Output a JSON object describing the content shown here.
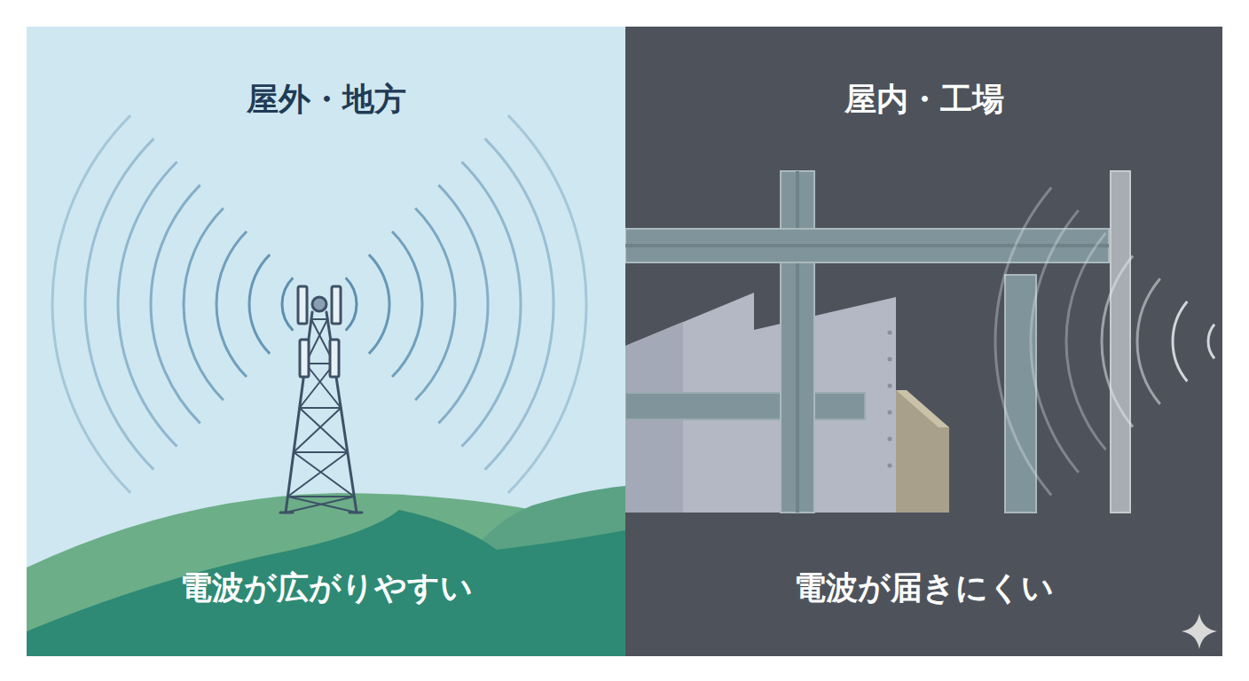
{
  "diagram": {
    "nodes": [
      {
        "text": [
          "屋外・地方",
          "電波が広がりやすい"
        ]
      },
      {
        "text": [
          "屋内・工場",
          "電波が届きにくい"
        ]
      }
    ]
  }
}
